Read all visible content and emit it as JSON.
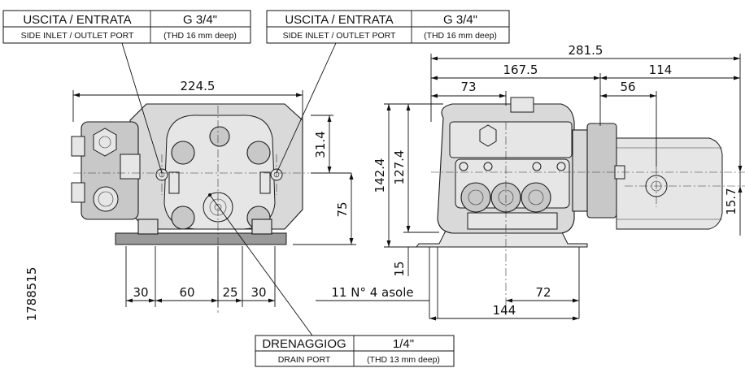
{
  "labels": {
    "port_left": {
      "title": "USCITA / ENTRATA",
      "size": "G 3/4\"",
      "subtitle": "SIDE INLET / OUTLET PORT",
      "note": "(THD 16 mm deep)"
    },
    "port_right": {
      "title": "USCITA / ENTRATA",
      "size": "G 3/4\"",
      "subtitle": "SIDE INLET / OUTLET PORT",
      "note": "(THD 16 mm deep)"
    },
    "drain": {
      "title": "DRENAGGIOG",
      "size": "1/4\"",
      "subtitle": "DRAIN PORT",
      "note": "(THD 13 mm deep)"
    },
    "mounting": "11 N° 4 asole",
    "code": "1788515"
  },
  "dims": {
    "overall_width_left": "224.5",
    "d31_4": "31.4",
    "d75": "75",
    "d30a": "30",
    "d60": "60",
    "d25": "25",
    "d30b": "30",
    "d15": "15",
    "d142_4": "142.4",
    "d127_4": "127.4",
    "d281_5": "281.5",
    "d167_5": "167.5",
    "d114": "114",
    "d73": "73",
    "d56": "56",
    "d72": "72",
    "d144": "144",
    "d15_7": "15.7"
  }
}
